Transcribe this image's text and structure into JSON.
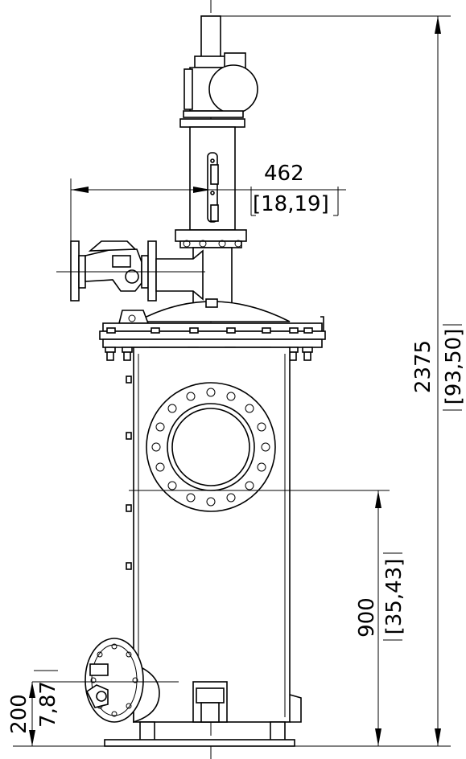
{
  "dimensions": {
    "width_arrow": {
      "mm": "462",
      "inch": "[18,19]"
    },
    "total_height": {
      "mm": "2375",
      "inch": "[93,50]"
    },
    "inlet_height": {
      "mm": "900",
      "inch": "[35,43]"
    },
    "drain_height": {
      "mm": "200",
      "inch": "7,87"
    }
  }
}
